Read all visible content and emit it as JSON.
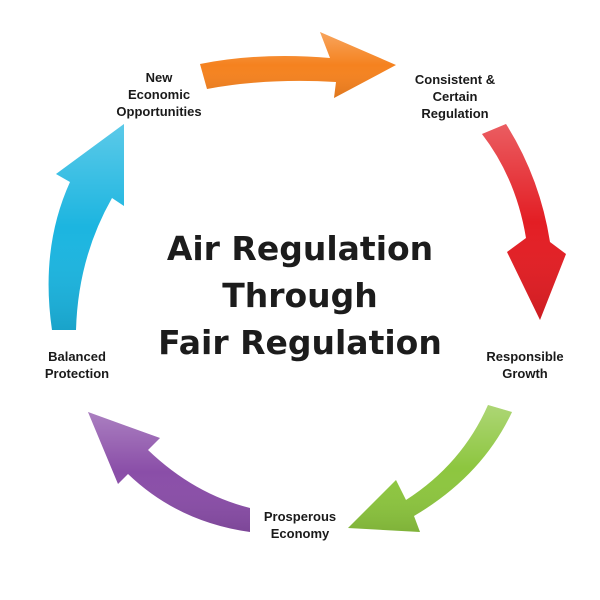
{
  "title": {
    "lines": [
      "Air Regulation",
      "Through",
      "Fair Regulation"
    ]
  },
  "nodes": [
    {
      "id": "new-economic-opportunities",
      "lines": [
        "New",
        "Economic",
        "Opportunities"
      ]
    },
    {
      "id": "consistent-certain-regulation",
      "lines": [
        "Consistent &",
        "Certain",
        "Regulation"
      ]
    },
    {
      "id": "responsible-growth",
      "lines": [
        "Responsible",
        "Growth"
      ]
    },
    {
      "id": "prosperous-economy",
      "lines": [
        "Prosperous",
        "Economy"
      ]
    },
    {
      "id": "balanced-protection",
      "lines": [
        "Balanced",
        "Protection"
      ]
    }
  ],
  "arrows": [
    {
      "from": "new-economic-opportunities",
      "to": "consistent-certain-regulation",
      "color": "#f5821f"
    },
    {
      "from": "consistent-certain-regulation",
      "to": "responsible-growth",
      "color": "#e31e24"
    },
    {
      "from": "responsible-growth",
      "to": "prosperous-economy",
      "color": "#8dc63f"
    },
    {
      "from": "prosperous-economy",
      "to": "balanced-protection",
      "color": "#8a4ea8"
    },
    {
      "from": "balanced-protection",
      "to": "new-economic-opportunities",
      "color": "#1cb5e0"
    }
  ]
}
